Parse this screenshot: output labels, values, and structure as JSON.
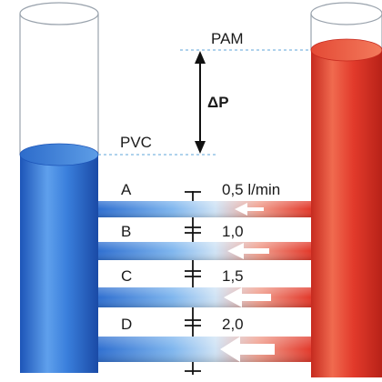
{
  "labels": {
    "pam": "PAM",
    "pvc": "PVC",
    "delta_p": "ΔP"
  },
  "channels": [
    {
      "letter": "A",
      "flow": "0,5 l/min"
    },
    {
      "letter": "B",
      "flow": "1,0"
    },
    {
      "letter": "C",
      "flow": "1,5"
    },
    {
      "letter": "D",
      "flow": "2,0"
    }
  ],
  "colors": {
    "venous": "#2f6fd0",
    "arterial": "#e2382a",
    "tube_outline": "#9aa3ad",
    "dashed_line": "#7fb6e0"
  },
  "icons": {
    "pressure_arrow": "double-headed-arrow",
    "flow_arrow": "left-arrow",
    "capacitor_symbol": "capacitor-symbol"
  }
}
